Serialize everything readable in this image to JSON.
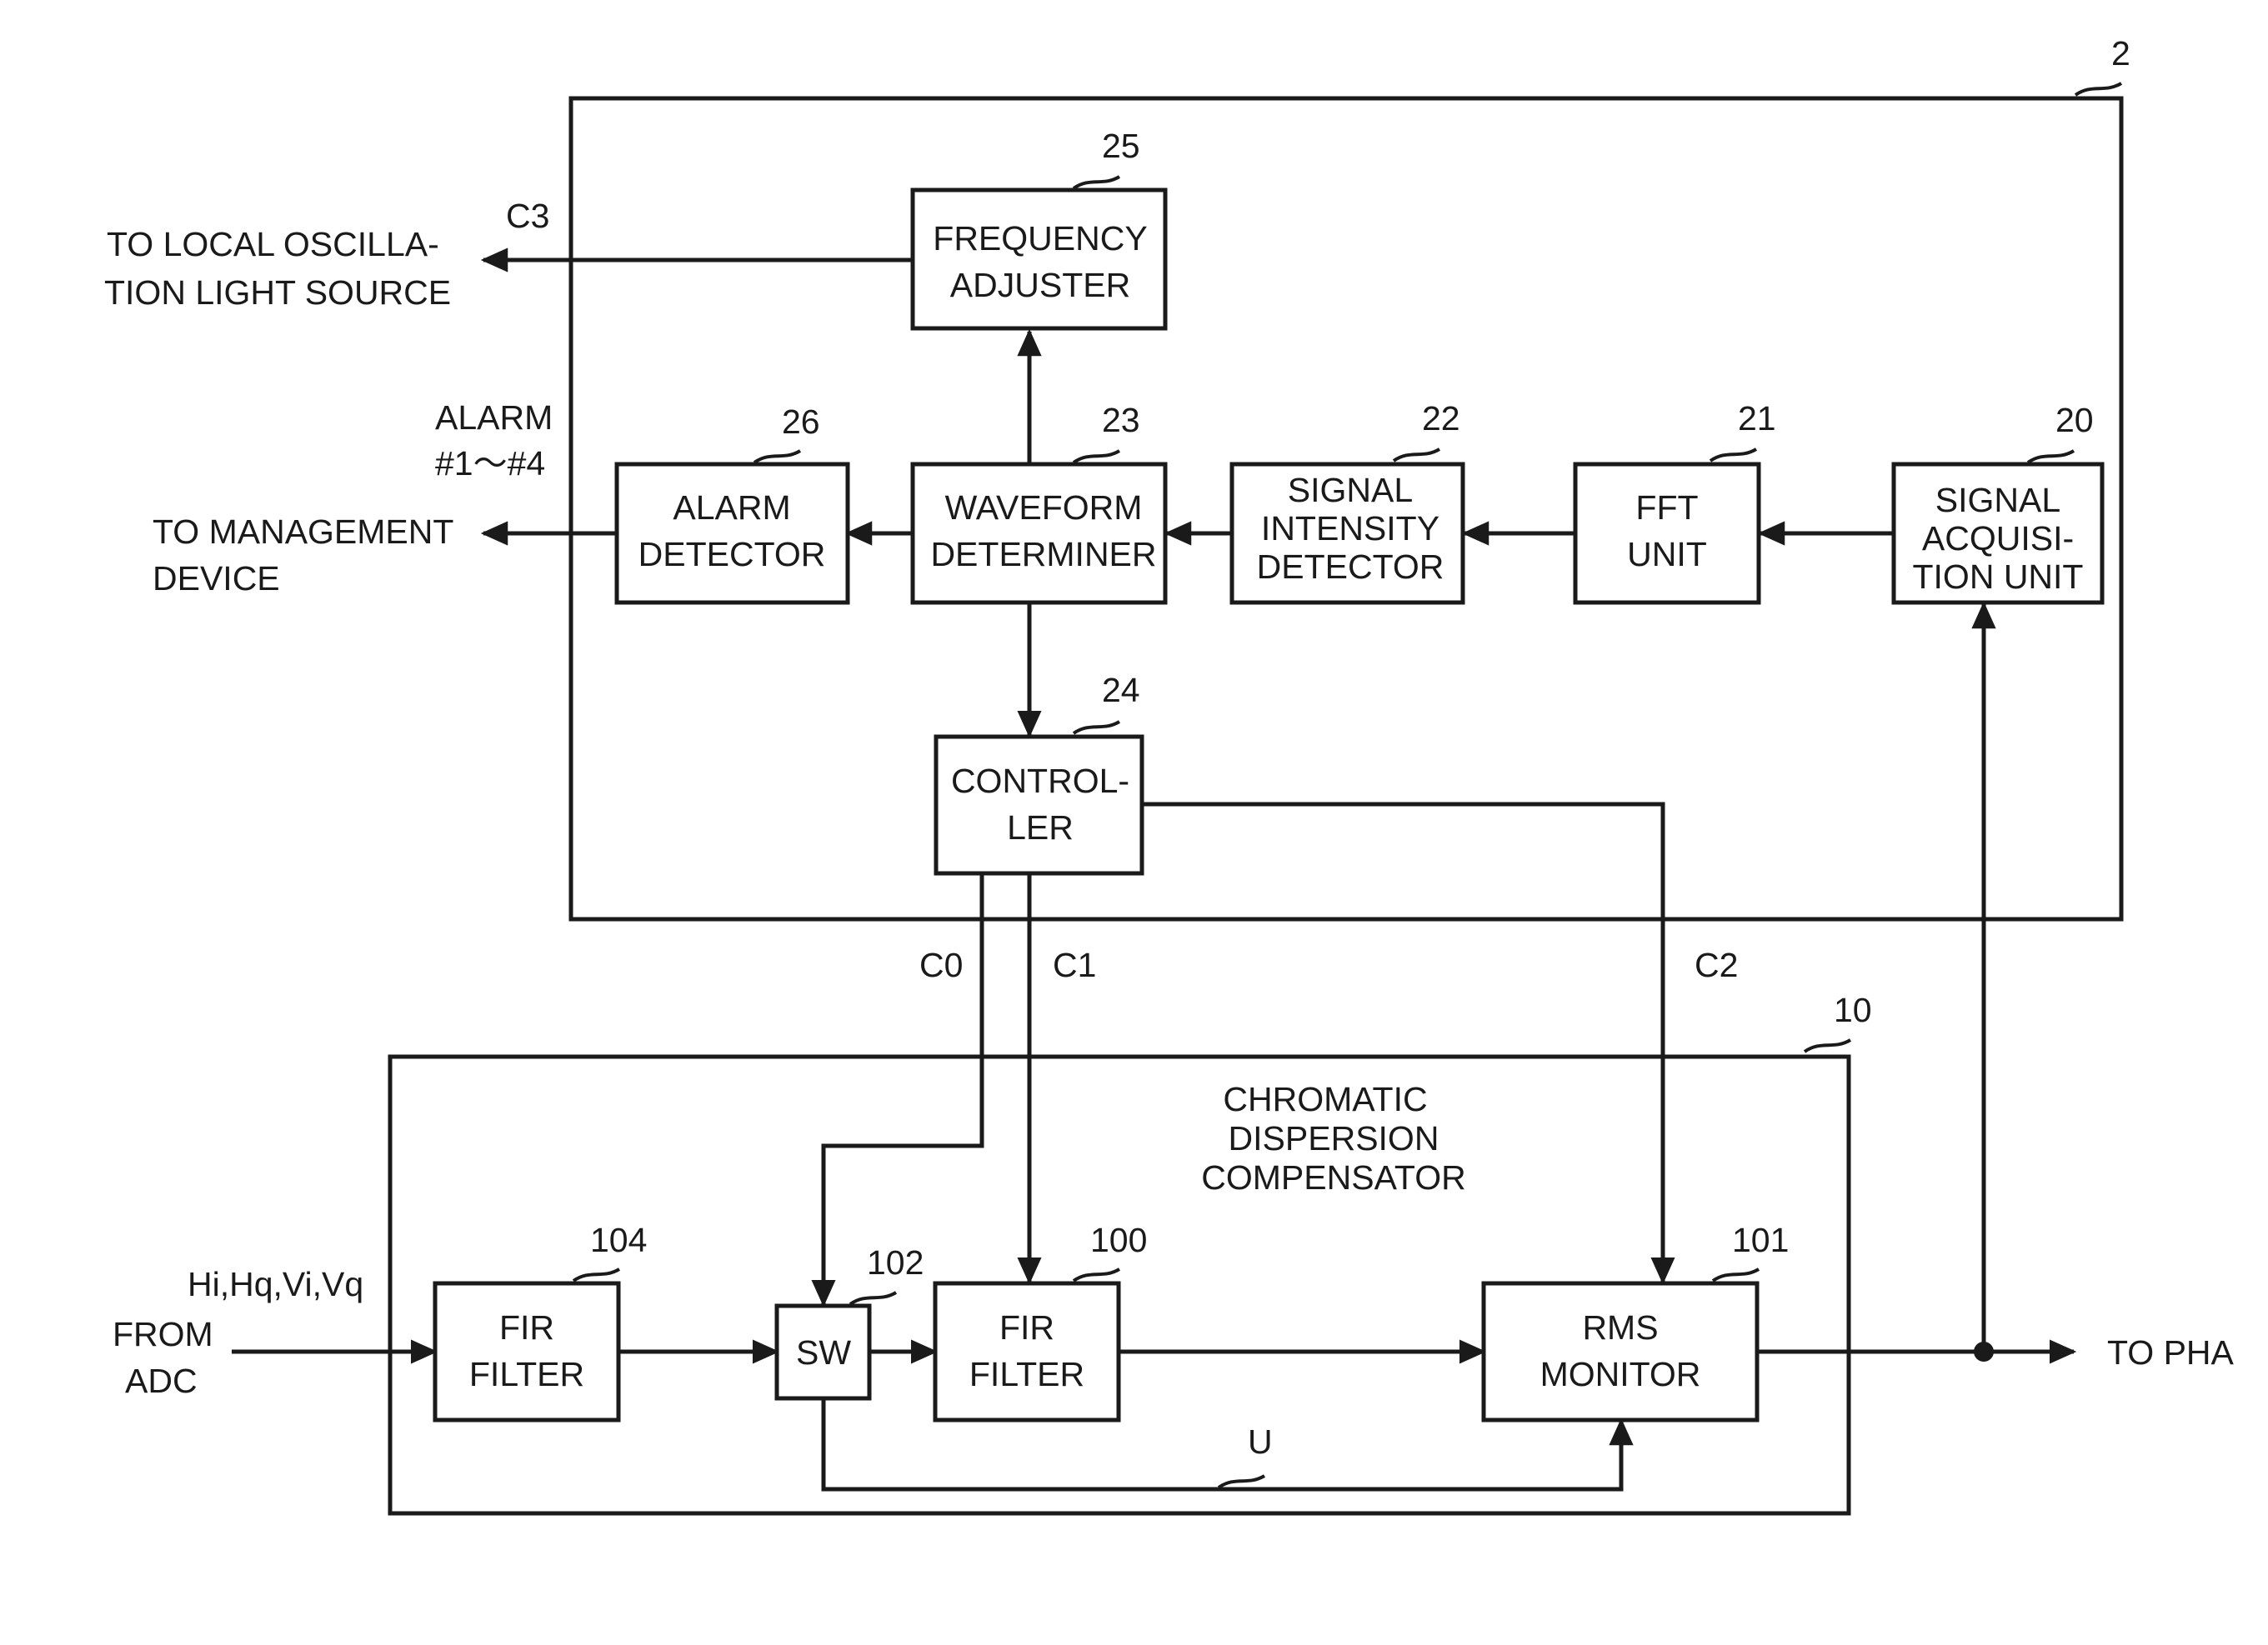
{
  "frames": {
    "monitor_unit": {
      "ref": "2"
    },
    "compensator": {
      "ref": "10",
      "title": [
        "CHROMATIC",
        "DISPERSION",
        "COMPENSATOR"
      ]
    }
  },
  "blocks": {
    "frequency_adjuster": {
      "ref": "25",
      "label": [
        "FREQUENCY",
        "ADJUSTER"
      ]
    },
    "alarm_detector": {
      "ref": "26",
      "label": [
        "ALARM",
        "DETECTOR"
      ]
    },
    "waveform_determiner": {
      "ref": "23",
      "label": [
        "WAVEFORM",
        "DETERMINER"
      ]
    },
    "signal_intensity_detector": {
      "ref": "22",
      "label": [
        "SIGNAL",
        "INTENSITY",
        "DETECTOR"
      ]
    },
    "fft_unit": {
      "ref": "21",
      "label": [
        "FFT",
        "UNIT"
      ]
    },
    "signal_acquisition_unit": {
      "ref": "20",
      "label": [
        "SIGNAL",
        "ACQUISI-",
        "TION UNIT"
      ]
    },
    "controller": {
      "ref": "24",
      "label": [
        "CONTROL-",
        "LER"
      ]
    },
    "fir_filter_104": {
      "ref": "104",
      "label": [
        "FIR",
        "FILTER"
      ]
    },
    "switch": {
      "ref": "102",
      "label": [
        "SW"
      ]
    },
    "fir_filter_100": {
      "ref": "100",
      "label": [
        "FIR",
        "FILTER"
      ]
    },
    "rms_monitor": {
      "ref": "101",
      "label": [
        "RMS",
        "MONITOR"
      ]
    }
  },
  "external": {
    "local_oscillation": [
      "TO LOCAL OSCILLA-",
      "TION  LIGHT SOURCE"
    ],
    "management_device": [
      "TO MANAGEMENT",
      "DEVICE"
    ],
    "from_adc": [
      "FROM",
      "ADC"
    ],
    "to_pha": "TO PHA"
  },
  "signals": {
    "c3": "C3",
    "alarm": [
      "ALARM",
      "#1～#4"
    ],
    "c0": "C0",
    "c1": "C1",
    "c2": "C2",
    "input": "Hi,Hq,Vi,Vq",
    "u": "U"
  }
}
